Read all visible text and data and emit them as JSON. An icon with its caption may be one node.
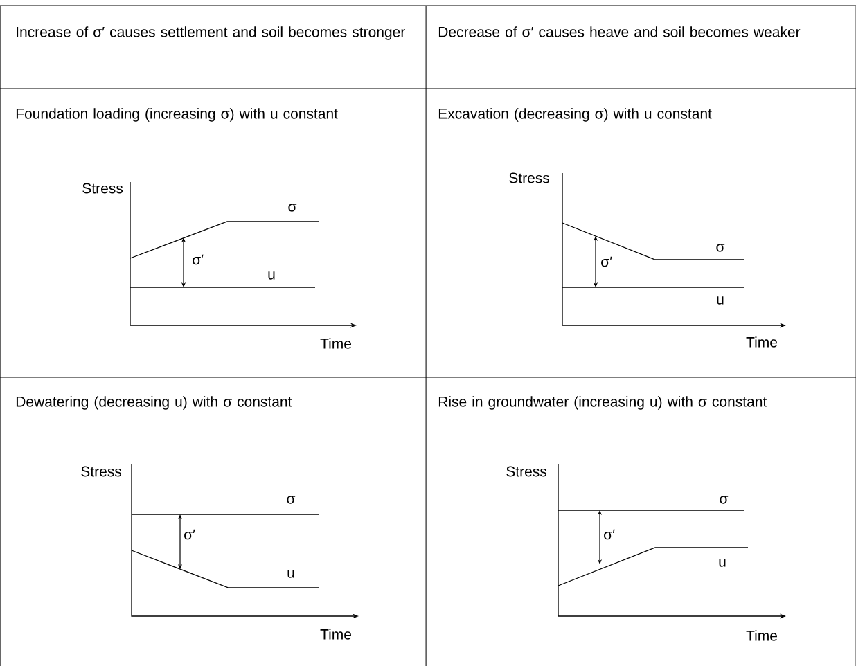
{
  "diagram": {
    "labels": [
      "Increase of σ′ causes settlement and soil becomes stronger",
      "Decrease of σ′ causes heave and soil becomes weaker",
      "Foundation loading (increasing σ) with u constant",
      "Excavation (decreasing σ) with u constant",
      "Stress",
      "σ",
      "σ′",
      "u",
      "Time",
      "Stress",
      "σ",
      "σ′",
      "u",
      "Time",
      "Dewatering (decreasing u) with σ constant",
      "Rise in groundwater (increasing u) with σ constant",
      "Stress",
      "σ",
      "σ′",
      "u",
      "Time",
      "Stress",
      "σ",
      "σ′",
      "u",
      "Time"
    ]
  }
}
